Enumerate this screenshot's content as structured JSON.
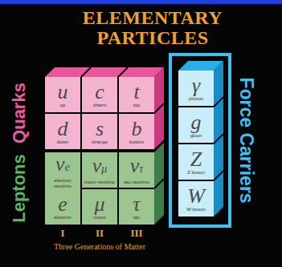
{
  "diagram": {
    "title": "ELEMENTARY PARTICLES",
    "nodes": [
      {
        "text": [
          "u",
          "up"
        ]
      },
      {
        "text": [
          "c",
          "charm"
        ]
      },
      {
        "text": [
          "t",
          "top"
        ]
      },
      {
        "text": [
          "γ",
          "photon"
        ]
      },
      {
        "text": [
          "d",
          "down"
        ]
      },
      {
        "text": [
          "s",
          "strange"
        ]
      },
      {
        "text": [
          "b",
          "bottom"
        ]
      },
      {
        "text": [
          "g",
          "gluon"
        ]
      },
      {
        "text": [
          "νe",
          "electron neutrino"
        ]
      },
      {
        "text": [
          "νμ",
          "muon neutrino"
        ]
      },
      {
        "text": [
          "ντ",
          "tau neutrino"
        ]
      },
      {
        "text": [
          "Z",
          "Z boson"
        ]
      },
      {
        "text": [
          "e",
          "electron"
        ]
      },
      {
        "text": [
          "μ",
          "muon"
        ]
      },
      {
        "text": [
          "τ",
          "tau"
        ]
      },
      {
        "text": [
          "W",
          "W boson"
        ]
      }
    ],
    "labels": [
      "Quarks",
      "Leptons",
      "Force Carriers",
      "I",
      "II",
      "III",
      "Three Generations of Matter"
    ]
  }
}
